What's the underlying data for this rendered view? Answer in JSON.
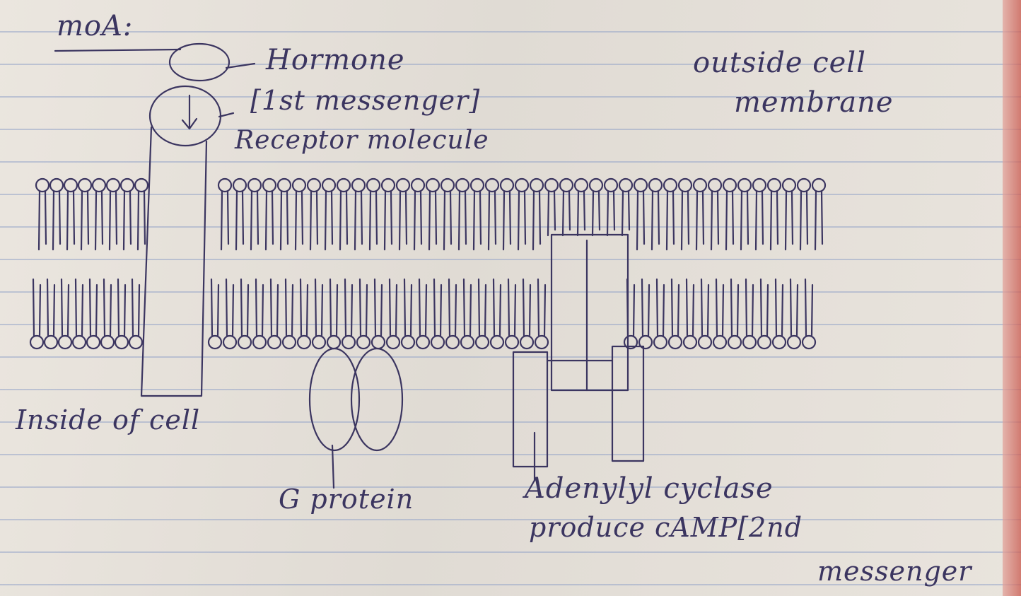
{
  "title": "moA:",
  "labels": {
    "hormone": "Hormone",
    "first_messenger": "[1st messenger]",
    "receptor": "Receptor molecule",
    "outside": "outside cell",
    "membrane": "membrane",
    "inside": "Inside of cell",
    "g_protein": "G protein",
    "adenylyl": "Adenylyl cyclase",
    "produce": "produce cAMP[2nd",
    "messenger": "messenger"
  },
  "colors": {
    "ink": "#3b3560",
    "paper": "#e6e1da",
    "rule": "#96a5c8",
    "margin": "#c9584d"
  }
}
